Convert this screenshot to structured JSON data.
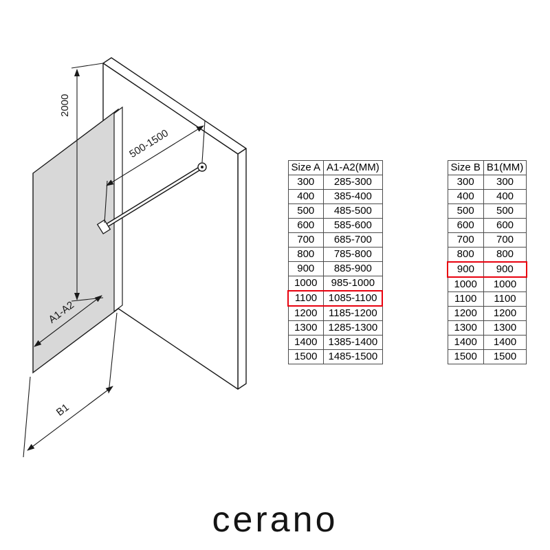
{
  "page": {
    "background": "#ffffff"
  },
  "colors": {
    "highlight": "#e8000d",
    "glass_fill": "#d8d8d8",
    "line": "#1a1a1a"
  },
  "brand": {
    "logo": "cerano"
  },
  "diagram": {
    "description": "isometric-walk-in-shower-glass-panel-drawing",
    "labels": {
      "height_mm": "2000",
      "support_bar_range_mm": "500-1500",
      "glass_width": "A1-A2",
      "total_width": "B1"
    }
  },
  "tables": [
    {
      "name": "size-a",
      "headers": [
        "Size A",
        "A1-A2(MM)"
      ],
      "rows": [
        [
          "300",
          "285-300"
        ],
        [
          "400",
          "385-400"
        ],
        [
          "500",
          "485-500"
        ],
        [
          "600",
          "585-600"
        ],
        [
          "700",
          "685-700"
        ],
        [
          "800",
          "785-800"
        ],
        [
          "900",
          "885-900"
        ],
        [
          "1000",
          "985-1000"
        ],
        [
          "1100",
          "1085-1100"
        ],
        [
          "1200",
          "1185-1200"
        ],
        [
          "1300",
          "1285-1300"
        ],
        [
          "1400",
          "1385-1400"
        ],
        [
          "1500",
          "1485-1500"
        ]
      ],
      "highlighted_row_index": 8
    },
    {
      "name": "size-b",
      "headers": [
        "Size B",
        "B1(MM)"
      ],
      "rows": [
        [
          "300",
          "300"
        ],
        [
          "400",
          "400"
        ],
        [
          "500",
          "500"
        ],
        [
          "600",
          "600"
        ],
        [
          "700",
          "700"
        ],
        [
          "800",
          "800"
        ],
        [
          "900",
          "900"
        ],
        [
          "1000",
          "1000"
        ],
        [
          "1100",
          "1100"
        ],
        [
          "1200",
          "1200"
        ],
        [
          "1300",
          "1300"
        ],
        [
          "1400",
          "1400"
        ],
        [
          "1500",
          "1500"
        ]
      ],
      "highlighted_row_index": 6
    }
  ]
}
